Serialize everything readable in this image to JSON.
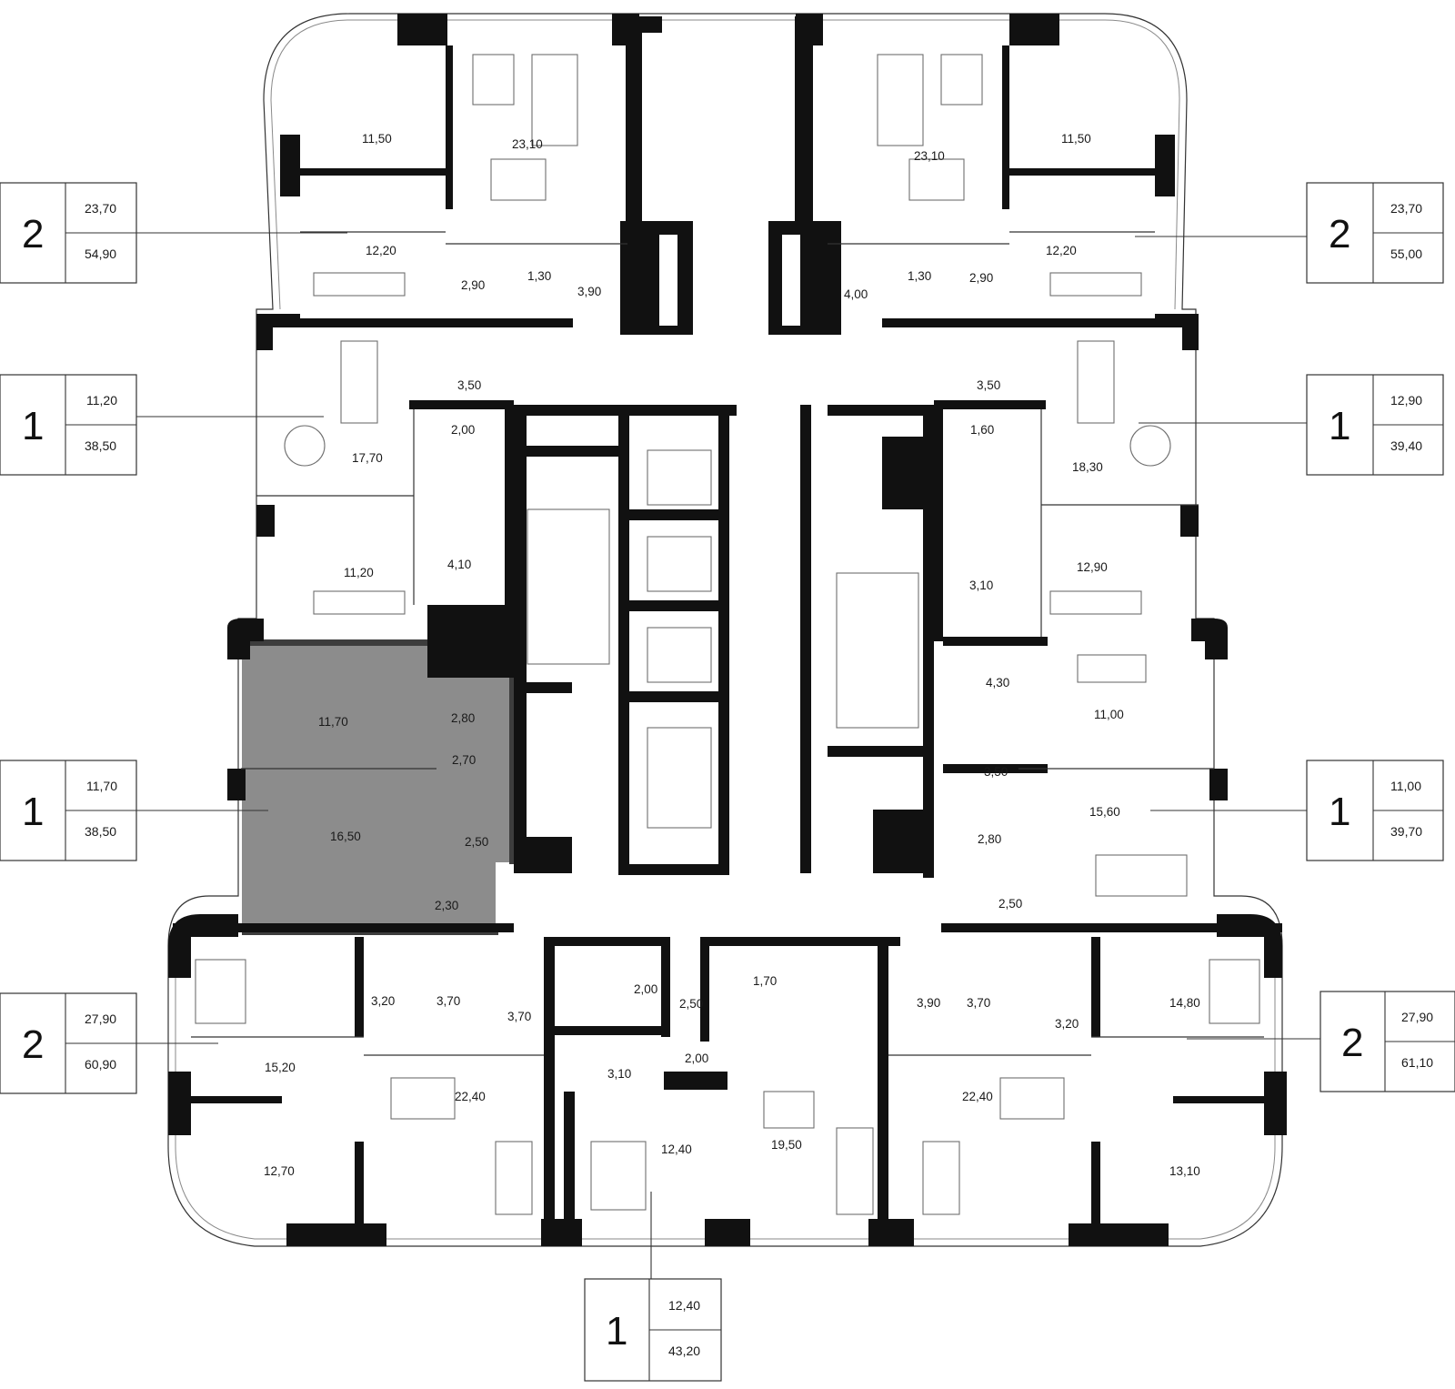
{
  "floor_plan": {
    "units": [
      {
        "id": "top-left",
        "rooms": "2",
        "living_area": "23,70",
        "total_area": "54,90",
        "selected": false
      },
      {
        "id": "top-right",
        "rooms": "2",
        "living_area": "23,70",
        "total_area": "55,00",
        "selected": false
      },
      {
        "id": "upper-left",
        "rooms": "1",
        "living_area": "11,20",
        "total_area": "38,50",
        "selected": false
      },
      {
        "id": "upper-right",
        "rooms": "1",
        "living_area": "12,90",
        "total_area": "39,40",
        "selected": false
      },
      {
        "id": "mid-left",
        "rooms": "1",
        "living_area": "11,70",
        "total_area": "38,50",
        "selected": true
      },
      {
        "id": "mid-right",
        "rooms": "1",
        "living_area": "11,00",
        "total_area": "39,70",
        "selected": false
      },
      {
        "id": "bottom-left",
        "rooms": "2",
        "living_area": "27,90",
        "total_area": "60,90",
        "selected": false
      },
      {
        "id": "bottom-right",
        "rooms": "2",
        "living_area": "27,90",
        "total_area": "61,10",
        "selected": false
      },
      {
        "id": "bottom-center",
        "rooms": "1",
        "living_area": "12,40",
        "total_area": "43,20",
        "selected": false
      }
    ],
    "room_labels": [
      "11,50",
      "23,10",
      "12,20",
      "2,90",
      "1,30",
      "3,90",
      "23,10",
      "11,50",
      "4,00",
      "1,30",
      "2,90",
      "12,20",
      "3,50",
      "2,00",
      "17,70",
      "11,20",
      "4,10",
      "3,50",
      "1,60",
      "18,30",
      "3,10",
      "12,90",
      "11,70",
      "2,80",
      "2,70",
      "16,50",
      "2,50",
      "2,30",
      "4,30",
      "11,00",
      "3,50",
      "15,60",
      "2,80",
      "2,50",
      "3,20",
      "3,70",
      "3,70",
      "15,20",
      "22,40",
      "12,70",
      "2,00",
      "2,50",
      "3,10",
      "2,00",
      "12,40",
      "1,70",
      "19,50",
      "3,90",
      "3,70",
      "3,20",
      "14,80",
      "22,40",
      "13,10"
    ],
    "colors": {
      "wall": "#111111",
      "selected_unit": "#8c8c8c",
      "background": "#ffffff"
    }
  }
}
